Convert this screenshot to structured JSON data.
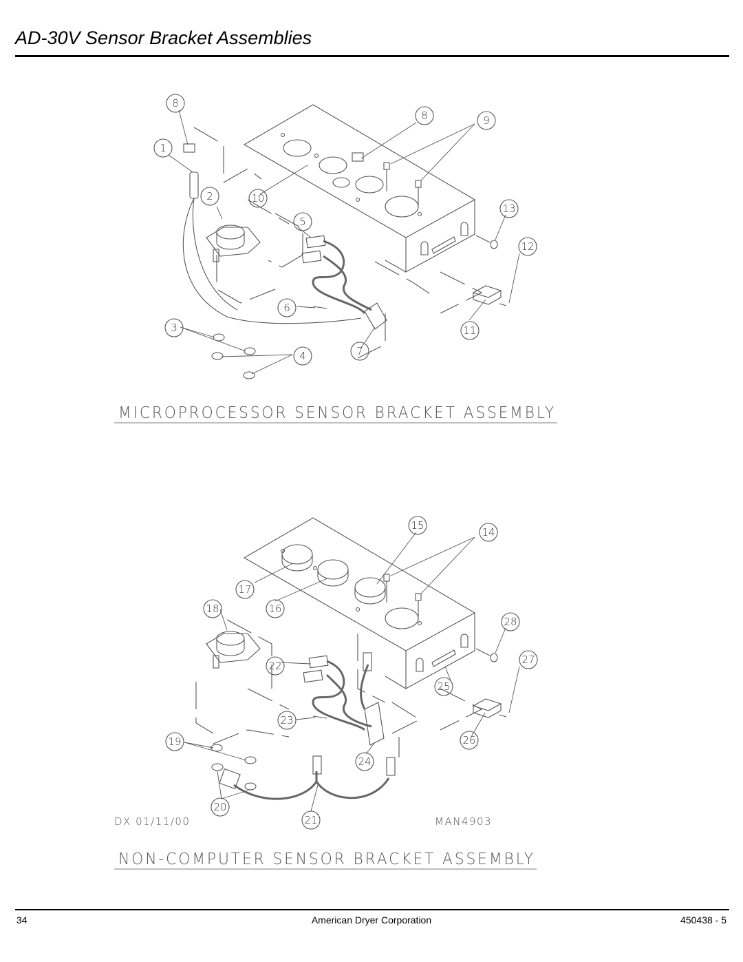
{
  "header": {
    "title": "AD-30V Sensor Bracket Assemblies"
  },
  "top_assembly": {
    "caption": "MICROPROCESSOR SENSOR BRACKET ASSEMBLY",
    "callouts": [
      "8",
      "8",
      "9",
      "1",
      "2",
      "10",
      "13",
      "5",
      "12",
      "6",
      "3",
      "11",
      "7",
      "4"
    ]
  },
  "bottom_assembly": {
    "caption": "NON-COMPUTER SENSOR BRACKET ASSEMBLY",
    "callouts": [
      "15",
      "14",
      "17",
      "18",
      "16",
      "28",
      "22",
      "27",
      "25",
      "23",
      "26",
      "19",
      "24",
      "20",
      "21"
    ],
    "drawing_note": "DX 01/11/00",
    "drawing_number": "MAN4903"
  },
  "footer": {
    "page_number": "34",
    "company": "American Dryer Corporation",
    "document_number": "450438 - 5"
  }
}
